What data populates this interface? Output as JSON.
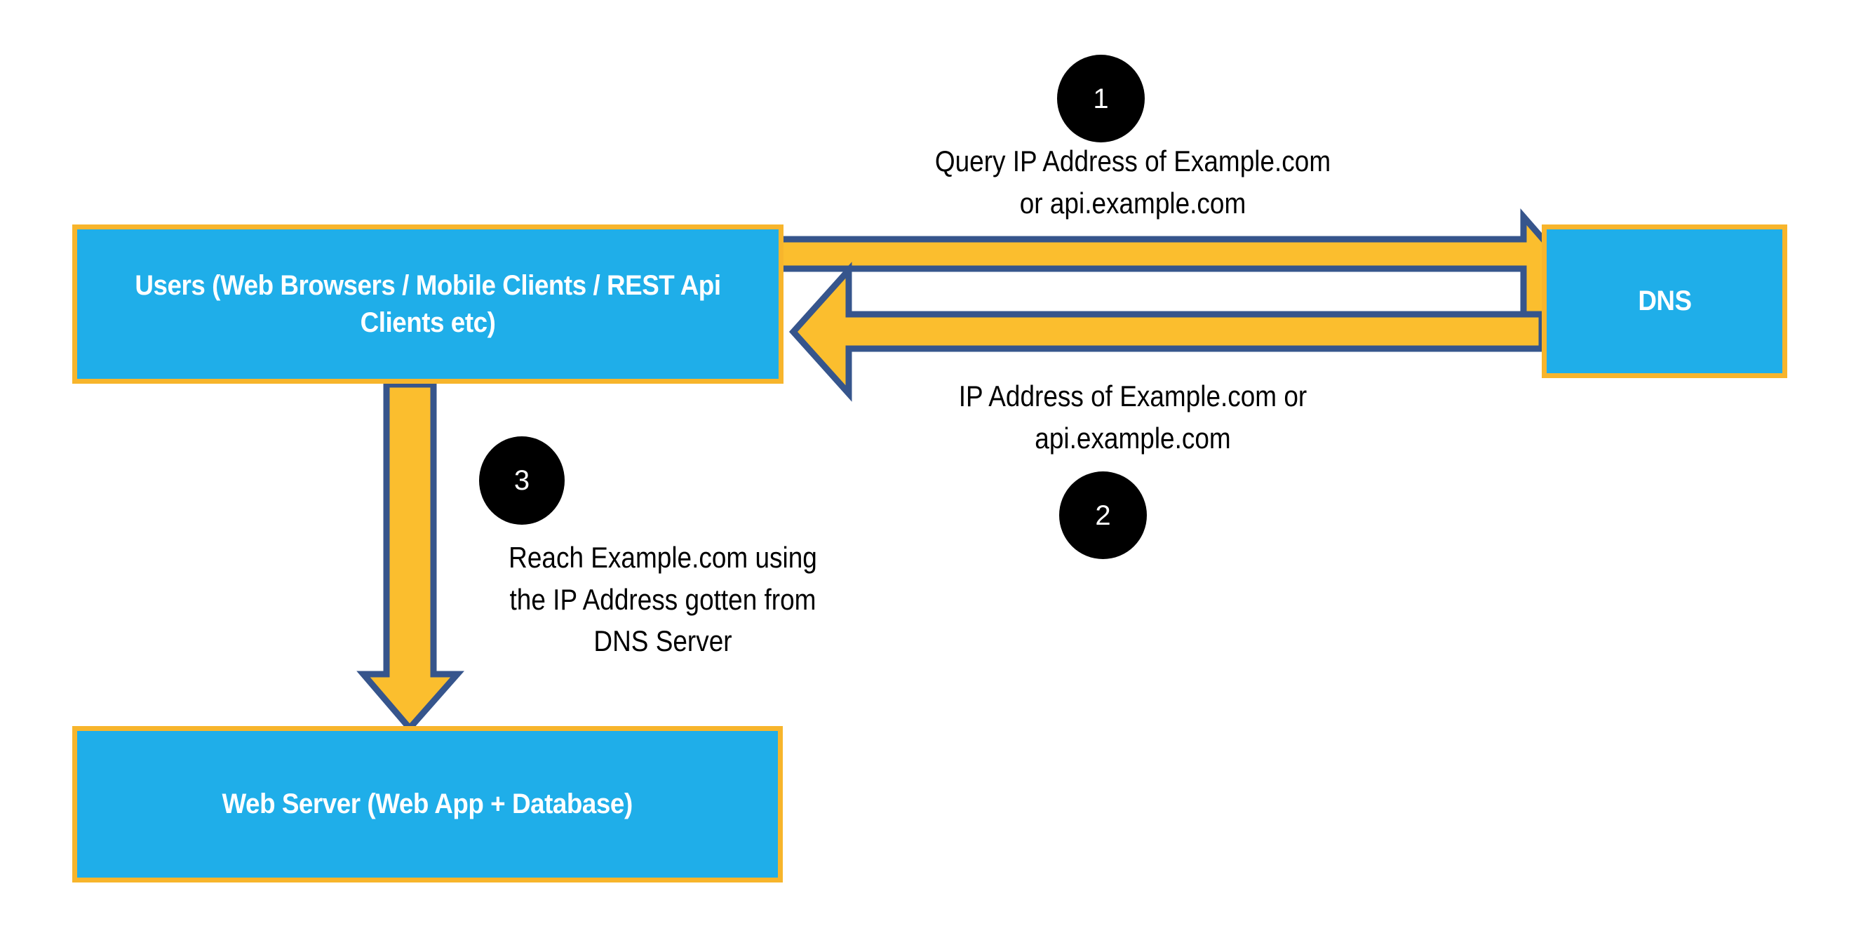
{
  "diagram": {
    "title": "DNS resolution flow",
    "colors": {
      "node_fill": "#1FAEE9",
      "node_border": "#F7B52C",
      "arrow_fill": "#FBBE2E",
      "arrow_outline": "#36558C",
      "badge_fill": "#000000",
      "badge_text": "#FFFFFF",
      "node_text": "#FFFFFF",
      "caption_text": "#000000",
      "background": "#FFFFFF"
    },
    "nodes": [
      {
        "id": "users",
        "label": "Users (Web Browsers / Mobile Clients /\nREST Api Clients etc)"
      },
      {
        "id": "dns",
        "label": "DNS"
      },
      {
        "id": "webserver",
        "label": "Web Server (Web App + Database)"
      }
    ],
    "steps": [
      {
        "number": "1",
        "caption": "Query IP Address of Example.com\nor api.example.com",
        "from": "users",
        "to": "dns",
        "direction": "right"
      },
      {
        "number": "2",
        "caption": "IP Address of Example.com or\napi.example.com",
        "from": "dns",
        "to": "users",
        "direction": "left"
      },
      {
        "number": "3",
        "caption": "Reach Example.com using\nthe IP Address gotten from\nDNS Server",
        "from": "users",
        "to": "webserver",
        "direction": "down"
      }
    ]
  }
}
